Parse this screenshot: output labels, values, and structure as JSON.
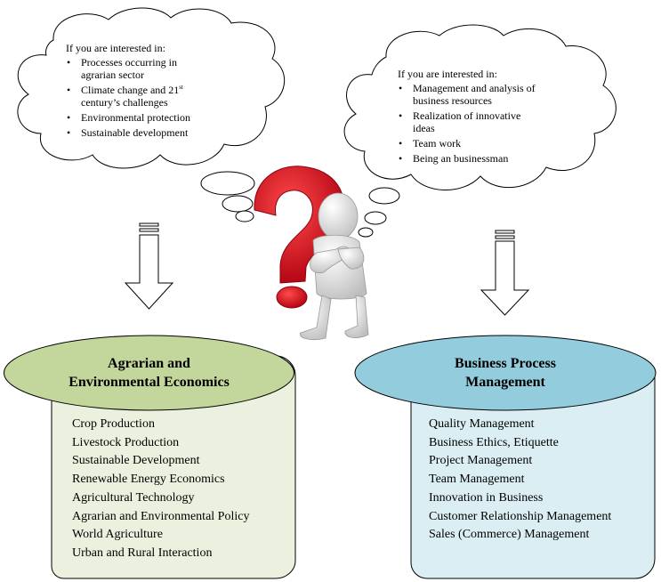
{
  "left_cloud": {
    "intro": "If you are interested in:",
    "items": [
      {
        "line1": "Processes occurring in",
        "line2": "agrarian sector"
      },
      {
        "line1": "Climate change and 21",
        "sup": "st",
        "line2": "century’s challenges"
      },
      {
        "line1": "Environmental protection"
      },
      {
        "line1": "Sustainable development"
      }
    ]
  },
  "right_cloud": {
    "intro": "If you are interested in:",
    "items": [
      {
        "line1": "Management and analysis of",
        "line2": "business resources"
      },
      {
        "line1": "Realization of innovative",
        "line2": "ideas"
      },
      {
        "line1": "Team work"
      },
      {
        "line1": "Being an businessman"
      }
    ]
  },
  "left_program": {
    "title_line1": "Agrarian and",
    "title_line2": "Environmental Economics",
    "color_ellipse": "#c3d69b",
    "color_panel": "#ebf1de",
    "courses": [
      "Crop Production",
      "Livestock Production",
      "Sustainable Development",
      "Renewable Energy Economics",
      "Agricultural Technology",
      "Agrarian and Environmental Policy",
      "World Agriculture",
      "Urban and Rural Interaction"
    ]
  },
  "right_program": {
    "title_line1": "Business Process",
    "title_line2": "Management",
    "color_ellipse": "#93cddd",
    "color_panel": "#dbeef4",
    "courses": [
      "Quality Management",
      "Business Ethics, Etiquette",
      "Project Management",
      "Team Management",
      "Innovation in Business",
      "Customer Relationship Management",
      "Sales (Commerce) Management"
    ]
  },
  "figure": {
    "question_mark_color": "#e0141e",
    "person_color": "#e8e8e8"
  }
}
